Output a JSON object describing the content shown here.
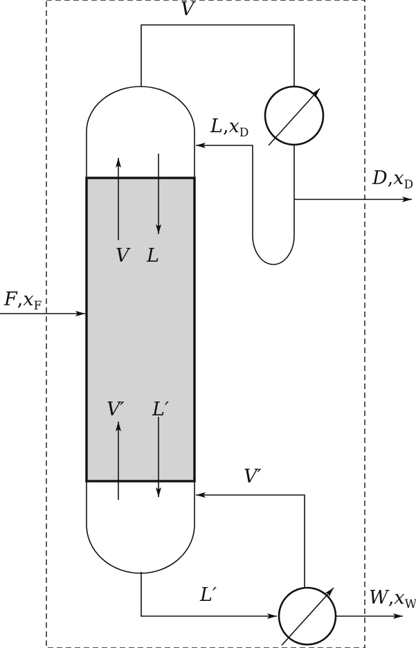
{
  "colors": {
    "line": "#111111",
    "packing_fill": "#d3d3d3",
    "background": "#ffffff"
  },
  "labels": {
    "vapor_top": "V",
    "reflux_L": "L",
    "reflux_comma": ",",
    "reflux_x": "x",
    "reflux_sub": "D",
    "distillate_D": "D",
    "distillate_comma": ",",
    "distillate_x": "x",
    "distillate_sub": "D",
    "feed_F": "F",
    "feed_comma": ",",
    "feed_x": "x",
    "feed_sub": "F",
    "inner_V": "V",
    "inner_L": "L",
    "inner_Vp": "V′",
    "inner_Lp": "L′",
    "reboiler_Vp": "V′",
    "bottom_Lp": "L′",
    "bottoms_W": "W",
    "bottoms_comma": ",",
    "bottoms_x": "x",
    "bottoms_sub": "W"
  }
}
